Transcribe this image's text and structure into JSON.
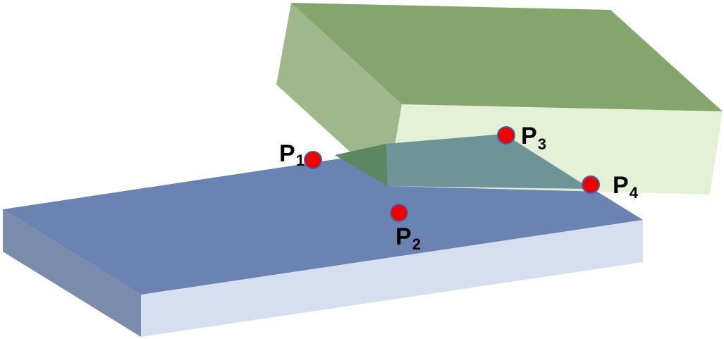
{
  "diagram": {
    "colors": {
      "blue_top": "#6a83b3",
      "blue_front": "#d6dff0",
      "blue_side": "#7b8bab",
      "green_top": "#84a66c",
      "green_front": "#e4f0d4",
      "green_side": "#9bb588",
      "green_side_overlap": "#5b8860",
      "overlap_region": "#6f9498",
      "point_fill": "#ee0000",
      "point_stroke": "#4a5fa0"
    },
    "points": [
      {
        "id": "p1",
        "letter": "P",
        "index": "1"
      },
      {
        "id": "p2",
        "letter": "P",
        "index": "2"
      },
      {
        "id": "p3",
        "letter": "P",
        "index": "3"
      },
      {
        "id": "p4",
        "letter": "P",
        "index": "4"
      }
    ]
  }
}
